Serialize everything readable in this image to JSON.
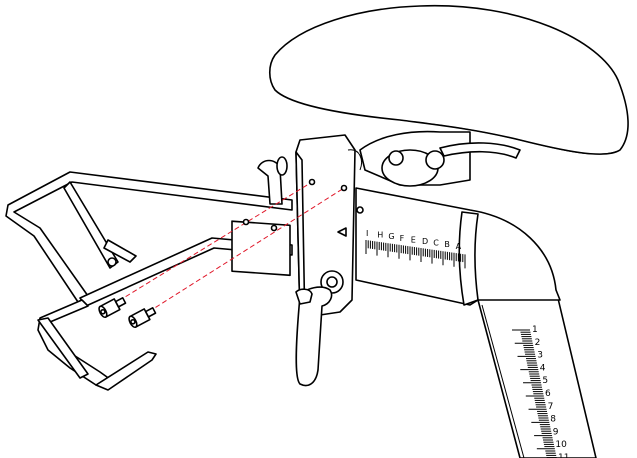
{
  "colors": {
    "line": "#000000",
    "guide": "#e0182a",
    "background": "#ffffff"
  },
  "horizontal_scale": {
    "letters": [
      "I",
      "H",
      "G",
      "F",
      "E",
      "D",
      "C",
      "B",
      "A"
    ]
  },
  "vertical_scale": {
    "numbers": [
      "1",
      "2",
      "3",
      "4",
      "5",
      "6",
      "7",
      "8",
      "9",
      "10",
      "11"
    ]
  },
  "icons": [
    "saddle-icon",
    "seat-post-icon",
    "handlebar-frame-icon",
    "quick-release-lever-icon",
    "bolt-icon",
    "alignment-guide-icon"
  ]
}
